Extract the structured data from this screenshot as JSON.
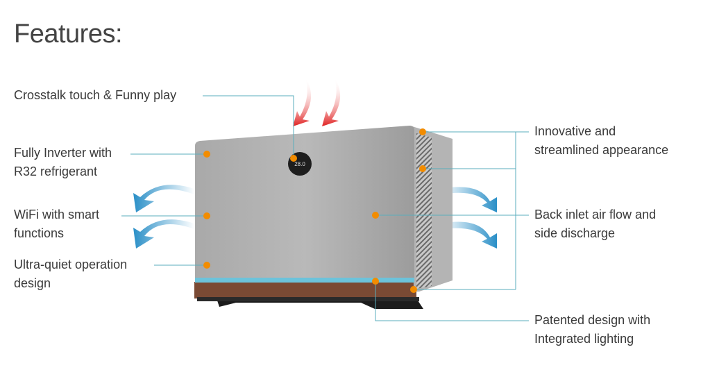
{
  "title": "Features:",
  "features_left": [
    {
      "line1": "Crosstalk touch & Funny play",
      "line2": ""
    },
    {
      "line1": "Fully Inverter with",
      "line2": "R32 refrigerant"
    },
    {
      "line1": "WiFi with smart",
      "line2": "functions"
    },
    {
      "line1": "Ultra-quiet operation",
      "line2": "design"
    }
  ],
  "features_right": [
    {
      "line1": "Innovative and",
      "line2": "streamlined appearance"
    },
    {
      "line1": "Back inlet air flow and",
      "line2": "side discharge"
    },
    {
      "line1": "Patented design with",
      "line2": "Integrated lighting"
    }
  ],
  "display_reading": "28.0",
  "colors": {
    "callout_line": "#5aaebd",
    "dot": "#f28c00",
    "hot_arrow": "#e02020",
    "cool_arrow": "#2a8fc7"
  }
}
